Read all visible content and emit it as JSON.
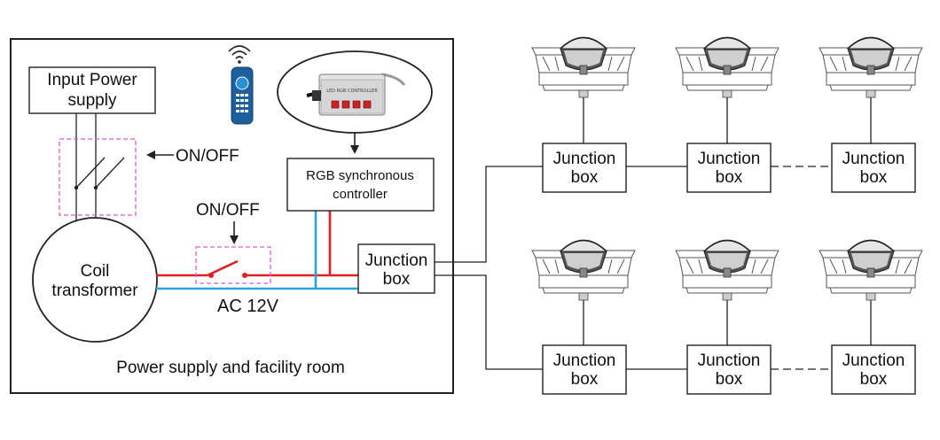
{
  "room": {
    "caption": "Power supply and facility room",
    "input_power": [
      "Input Power",
      "supply"
    ],
    "on_off_1": "ON/OFF",
    "on_off_2": "ON/OFF",
    "coil": [
      "Coil",
      "transformer"
    ],
    "ac_label": "AC 12V",
    "controller": [
      "RGB synchronous",
      "controller"
    ],
    "controller_device_label": "LED RGB CONTROLLER",
    "main_junction": [
      "Junction",
      "box"
    ]
  },
  "fixtures": {
    "junction_label": [
      "Junction",
      "box"
    ],
    "rows": [
      {
        "junction_boxes": [
          "jb-1",
          "jb-2",
          "jb-3"
        ],
        "lamps": 3
      },
      {
        "junction_boxes": [
          "jb-4",
          "jb-5",
          "jb-6"
        ],
        "lamps": 3
      }
    ]
  },
  "colors": {
    "red_wire": "#e02020",
    "blue_wire": "#2aa3dd",
    "switch_outline": "#d55ad5",
    "remote": "#2a8fd6"
  },
  "icons": [
    "wifi-signal-icon",
    "remote-control-icon",
    "rgb-controller-device-icon",
    "pool-light-icon"
  ]
}
